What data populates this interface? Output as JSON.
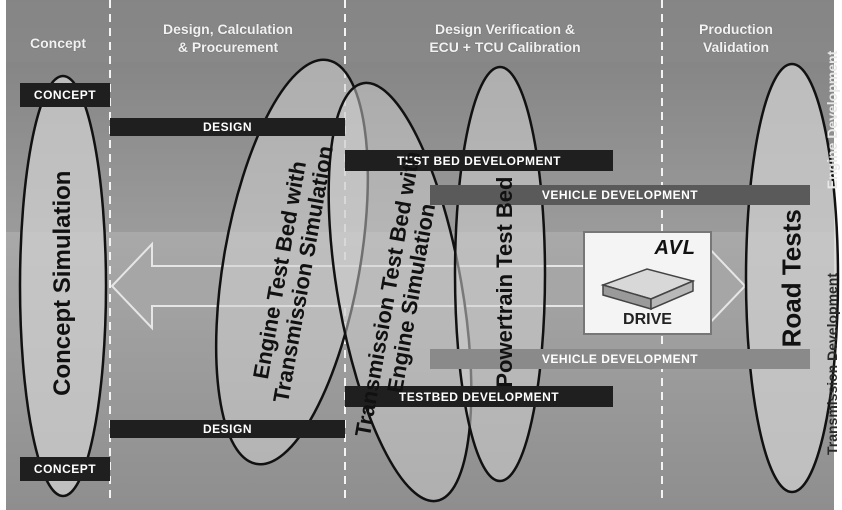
{
  "phases": [
    {
      "line1": "Concept",
      "line2": ""
    },
    {
      "line1": "Design, Calculation",
      "line2": "& Procurement"
    },
    {
      "line1": "Design Verification &",
      "line2": "ECU + TCU Calibration"
    },
    {
      "line1": "Production",
      "line2": "Validation"
    }
  ],
  "bars": {
    "concept_top": "CONCEPT",
    "design_top": "DESIGN",
    "test_bed_development": "TEST BED DEVELOPMENT",
    "vehicle_development_top": "VEHICLE DEVELOPMENT",
    "vehicle_development_bottom": "VEHICLE DEVELOPMENT",
    "testbed_development": "TESTBED DEVELOPMENT",
    "design_bottom": "DESIGN",
    "concept_bottom": "CONCEPT"
  },
  "ellipses": {
    "concept_simulation": "Concept Simulation",
    "engine_test_bed": {
      "line1": "Engine Test Bed with",
      "line2": "Transmission Simulation"
    },
    "transmission_test_bed": {
      "line1": "Transmission Test Bed with",
      "line2": "Engine Simulation"
    },
    "powertrain_test_bed": "Powertrain Test Bed",
    "road_tests": "Road Tests"
  },
  "product": {
    "brand": "AVL",
    "name": "DRIVE"
  },
  "side_labels": {
    "engine_development": "Engine Development",
    "transmission_development": "Transmission Development"
  },
  "colors": {
    "top_band": "#8c8c8c",
    "bottom_band": "#9a9a9a",
    "ellipse_fill": "#cfcfcf",
    "ellipse_stroke": "#111111",
    "arrow_fill": "#a6a6a6"
  }
}
